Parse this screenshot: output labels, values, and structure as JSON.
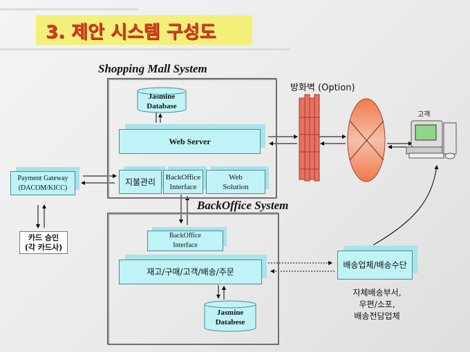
{
  "title": "3. 제안 시스템 구성도",
  "shopping_mall": {
    "label": "Shopping Mall System",
    "db": [
      "Jasmine",
      "Database"
    ],
    "web_server": "Web Server",
    "payment_mgmt": "지불관리",
    "bo_interface": [
      "BackOffice",
      "Interface"
    ],
    "web_solution": [
      "Web",
      "Solution"
    ]
  },
  "payment_gateway": [
    "Payment Gateway",
    "(DACOM/KICC)"
  ],
  "card_approval": [
    "카드 승인",
    "(각 카드사)"
  ],
  "backoffice": {
    "label": "BackOffice System",
    "bo_interface": [
      "BackOffice",
      "Interface"
    ],
    "modules": "재고/구매/고객/배송/주문",
    "db": [
      "Jasmine",
      "Databese"
    ]
  },
  "firewall": "방화벽 (Option)",
  "customer": "고객",
  "delivery": {
    "box": "배송업체/배송수단",
    "notes": [
      "자체배송부서,",
      "우편/소포,",
      "배송전담업체"
    ]
  },
  "colors": {
    "box": "#bff3f6",
    "title": "#d9381e",
    "highlight": "#f3f07a",
    "firewall": "#e5735f"
  }
}
